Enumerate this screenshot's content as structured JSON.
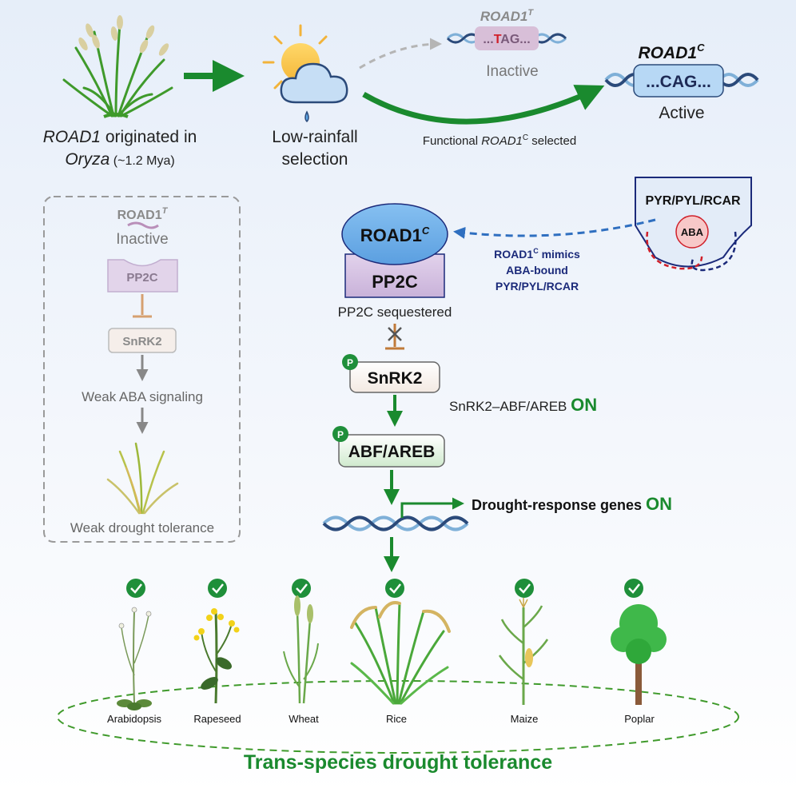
{
  "top": {
    "origin_line1_italic": "ROAD1",
    "origin_line1_rest": " originated in",
    "origin_line2_italic": "Oryza",
    "origin_line2_rest": " (~1.2 Mya)",
    "selection_line1": "Low-rainfall",
    "selection_line2": "selection",
    "inactive_allele_name": "ROAD1",
    "inactive_allele_sup": "T",
    "inactive_seq_prefix": "...",
    "inactive_seq_highlight": "T",
    "inactive_seq_suffix": "AG...",
    "inactive_label": "Inactive",
    "active_allele_name": "ROAD1",
    "active_allele_sup": "C",
    "active_seq": "...CAG...",
    "active_label": "Active",
    "selected_prefix": "Functional ",
    "selected_italic": "ROAD1",
    "selected_sup": "C",
    "selected_suffix": " selected"
  },
  "left_panel": {
    "allele_name": "ROAD1",
    "allele_sup": "T",
    "inactive_label": "Inactive",
    "pp2c": "PP2C",
    "snrk2": "SnRK2",
    "weak_signaling": "Weak ABA signaling",
    "weak_tolerance": "Weak drought tolerance"
  },
  "main": {
    "receptor": "PYR/PYL/RCAR",
    "aba": "ABA",
    "road1c_name": "ROAD1",
    "road1c_sup": "C",
    "pp2c": "PP2C",
    "sequestered": "PP2C sequestered",
    "mimic_line1_name": "ROAD1",
    "mimic_line1_sup": "C",
    "mimic_line1_rest": " mimics",
    "mimic_line2": "ABA-bound",
    "mimic_line3": "PYR/PYL/RCAR",
    "phospho": "P",
    "snrk2": "SnRK2",
    "snrk_abf_label": "SnRK2–ABF/AREB ",
    "on_1": "ON",
    "abf": "ABF/AREB",
    "drought_genes": "Drought-response genes ",
    "on_2": "ON"
  },
  "species": [
    "Arabidopsis",
    "Rapeseed",
    "Wheat",
    "Rice",
    "Maize",
    "Poplar"
  ],
  "bottom_title": "Trans-species drought tolerance",
  "colors": {
    "green_arrow": "#1a8a2e",
    "green_text": "#1a8a2e",
    "check_green": "#1f8f3a",
    "road1c_blue": "#6aaeea",
    "pp2c_purple": "#cdb6dc",
    "dark_navy": "#1b2a7a",
    "inhibit_orange": "#c07a3a",
    "red_dash": "#d0202a"
  }
}
